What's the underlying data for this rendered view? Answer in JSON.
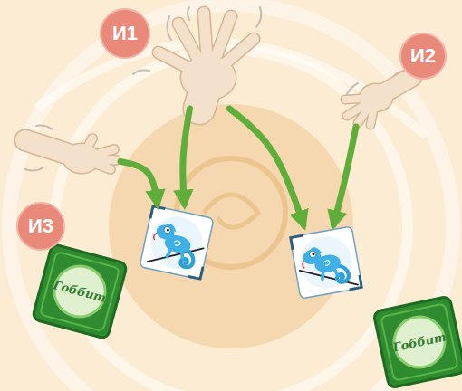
{
  "diagram": {
    "nodes": [
      {
        "text": [
          "И1"
        ]
      },
      {
        "text": [
          "И2"
        ]
      },
      {
        "text": [
          "И3"
        ]
      },
      {
        "text": []
      },
      {
        "text": []
      }
    ],
    "edges": [
      {
        "from": 0,
        "to": 3,
        "arrow": "to"
      },
      {
        "from": 0,
        "to": 4,
        "arrow": "to"
      },
      {
        "from": 1,
        "to": 4,
        "arrow": "to"
      },
      {
        "from": 2,
        "to": 3,
        "arrow": "to"
      }
    ],
    "labels": [
      "Гоббит",
      "Гоббит"
    ]
  }
}
